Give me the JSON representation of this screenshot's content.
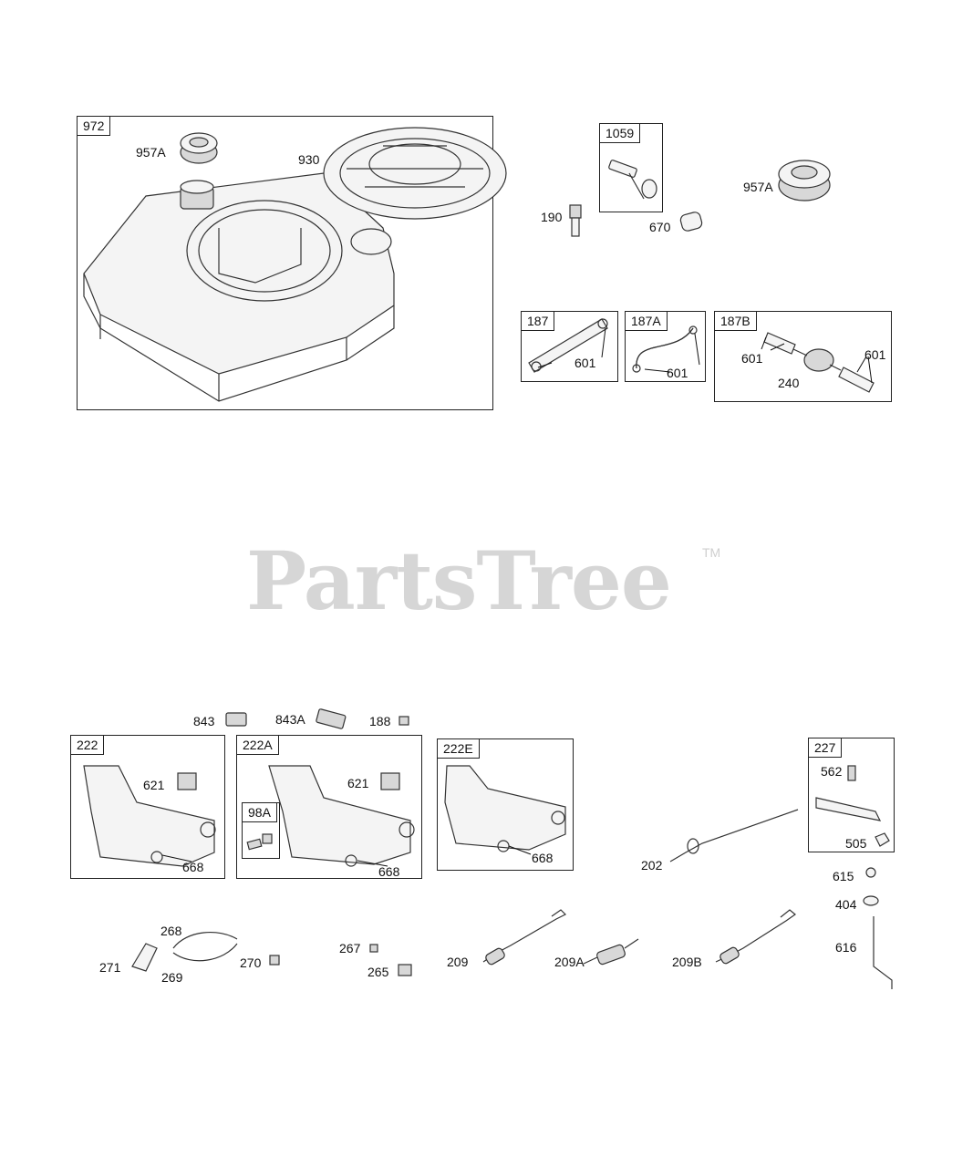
{
  "watermark": {
    "brand": "PartsTree",
    "tm": "TM"
  },
  "boxes": {
    "b972": "972",
    "b1059": "1059",
    "b187": "187",
    "b187A": "187A",
    "b187B": "187B",
    "b222": "222",
    "b222A": "222A",
    "b98A": "98A",
    "b222E": "222E",
    "b227": "227"
  },
  "labels": {
    "l957A_a": "957A",
    "l930": "930",
    "l190": "190",
    "l670": "670",
    "l957A_b": "957A",
    "l601_a": "601",
    "l601_b": "601",
    "l601_c": "601",
    "l601_d": "601",
    "l240": "240",
    "l843": "843",
    "l843A": "843A",
    "l188": "188",
    "l621_a": "621",
    "l668_a": "668",
    "l621_b": "621",
    "l668_b": "668",
    "l668_c": "668",
    "l562": "562",
    "l505": "505",
    "l202": "202",
    "l615": "615",
    "l404": "404",
    "l616": "616",
    "l268": "268",
    "l271": "271",
    "l269": "269",
    "l270": "270",
    "l267": "267",
    "l265": "265",
    "l209": "209",
    "l209A": "209A",
    "l209B": "209B"
  }
}
